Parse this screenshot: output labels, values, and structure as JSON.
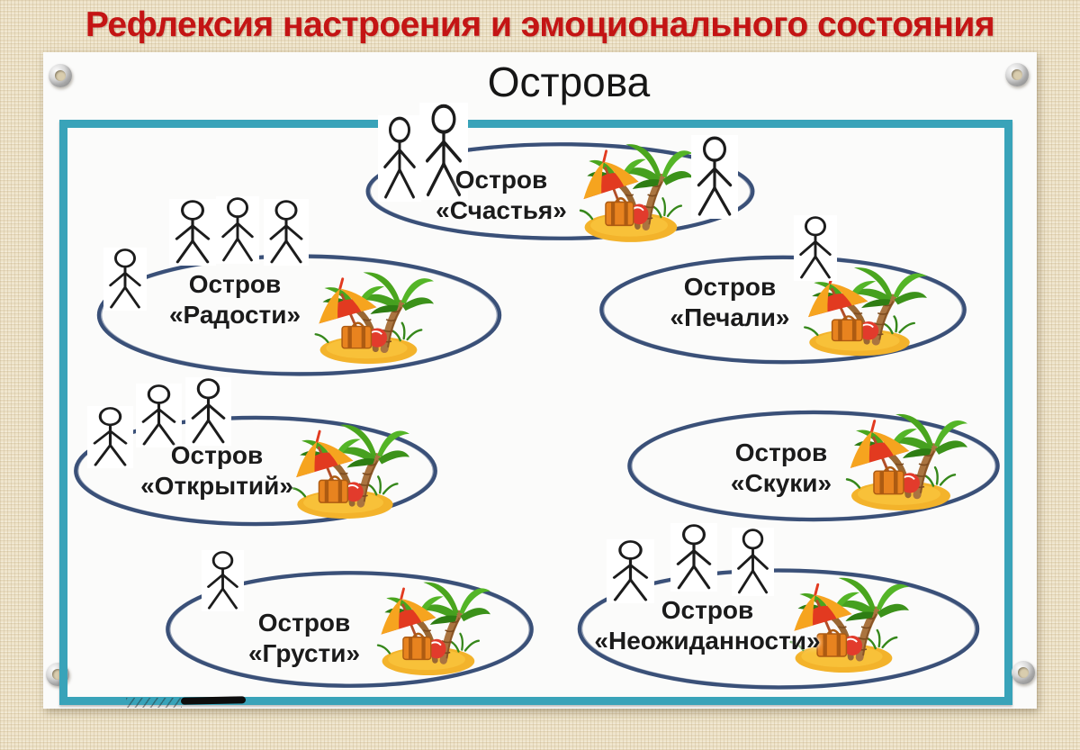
{
  "slide": {
    "heading": "Рефлексия настроения и эмоционального состояния",
    "board_title": "Острова"
  },
  "islands": [
    {
      "name_line1": "Остров",
      "name_line2": "«Счастья»",
      "people_count": 3
    },
    {
      "name_line1": "Остров",
      "name_line2": "«Радости»",
      "people_count": 4
    },
    {
      "name_line1": "Остров",
      "name_line2": "«Печали»",
      "people_count": 1
    },
    {
      "name_line1": "Остров",
      "name_line2": "«Открытий»",
      "people_count": 3
    },
    {
      "name_line1": "Остров",
      "name_line2": "«Скуки»",
      "people_count": 0
    },
    {
      "name_line1": "Остров",
      "name_line2": "«Грусти»",
      "people_count": 1
    },
    {
      "name_line1": "Остров",
      "name_line2": "«Неожиданности»",
      "people_count": 3
    }
  ],
  "colors": {
    "heading_red": "#c41414",
    "canvas_beige": "#eee3c9",
    "paper_white": "#fbfbfa",
    "frame_teal": "#39a3b9",
    "ellipse_navy": "#3a5078",
    "label_text": "#1b1b1b",
    "sand_yellow": "#f3b32b",
    "palm_green": "#4aa51e",
    "umbrella_red": "#e23a20",
    "umbrella_orange": "#f6a41f"
  }
}
